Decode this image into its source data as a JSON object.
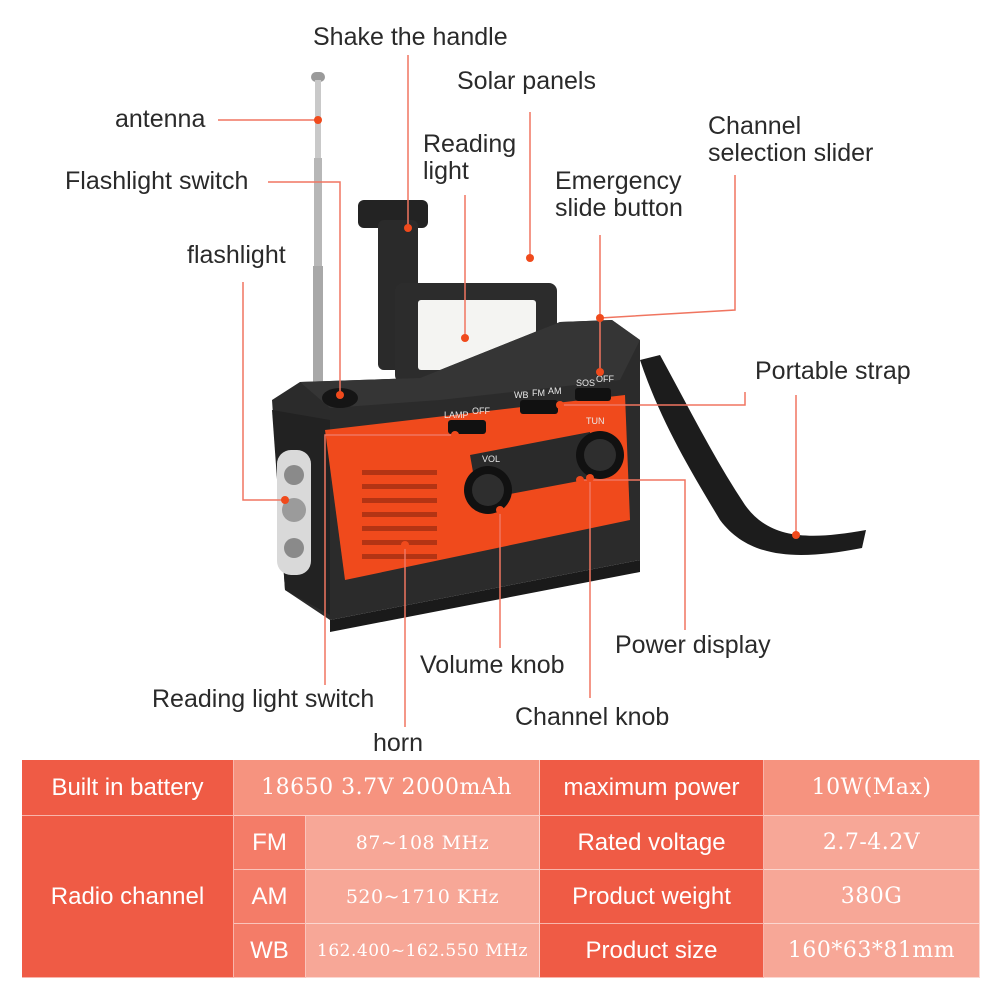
{
  "callouts": {
    "shake_handle": "Shake the handle",
    "solar_panels": "Solar panels",
    "antenna": "antenna",
    "reading_light": [
      "Reading",
      "light"
    ],
    "channel_slider": [
      "Channel",
      "selection slider"
    ],
    "emergency_slide": [
      "Emergency",
      "slide button"
    ],
    "flashlight_switch": "Flashlight switch",
    "flashlight": "flashlight",
    "portable_strap": "Portable strap",
    "power_display": "Power display",
    "volume_knob": "Volume knob",
    "reading_light_switch": "Reading light switch",
    "channel_knob": "Channel knob",
    "horn": "horn"
  },
  "device_labels": {
    "lamp": "LAMP",
    "off1": "OFF",
    "wb": "WB",
    "fm": "FM",
    "am": "AM",
    "sos": "SOS",
    "off2": "OFF",
    "vol": "VOL",
    "tun": "TUN"
  },
  "specs": {
    "battery_label": "Built in battery",
    "battery_value": "18650 3.7V 2000mAh",
    "max_power_label": "maximum power",
    "max_power_value": "10W(Max)",
    "radio_label": "Radio channel",
    "fm_label": "FM",
    "fm_value": "87~108 MHz",
    "am_label": "AM",
    "am_value": "520~1710 KHz",
    "wb_label": "WB",
    "wb_value": "162.400~162.550 MHz",
    "rated_voltage_label": "Rated voltage",
    "rated_voltage_value": "2.7-4.2V",
    "weight_label": "Product weight",
    "weight_value": "380G",
    "size_label": "Product size",
    "size_value": "160*63*81mm"
  },
  "colors": {
    "accent_orange": "#f04a1c",
    "leader_line": "#f07560",
    "body_dark": "#2b2b2b"
  }
}
